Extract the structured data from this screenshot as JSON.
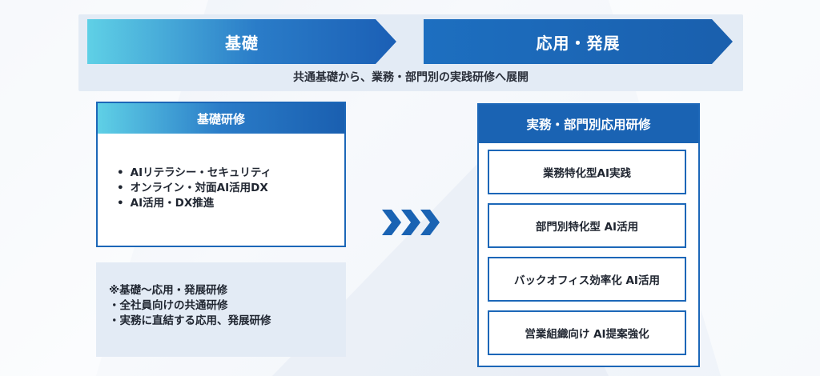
{
  "header": {
    "basic_label": "基礎",
    "advanced_label": "応用・発展",
    "caption": "共通基礎から、業務・部門別の実践研修へ展開"
  },
  "basic_training": {
    "title": "基礎研修",
    "items": [
      "AIリテラシー・セキュリティ",
      "オンライン・対面AI活用DX",
      "AI活用・DX推進"
    ]
  },
  "note": {
    "lines": [
      "※基礎～応用・発展研修",
      "・全社員向けの共通研修",
      "・実務に直結する応用、発展研修"
    ]
  },
  "practical_training": {
    "title": "実務・部門別応用研修",
    "items": [
      "業務特化型AI実践",
      "部門別特化型 AI活用",
      "バックオフィス効率化 AI活用",
      "営業組織向け AI提案強化"
    ]
  },
  "colors": {
    "primary": "#1a63b3",
    "accent_light": "#5fd0e6",
    "band": "#e3ebf5"
  }
}
